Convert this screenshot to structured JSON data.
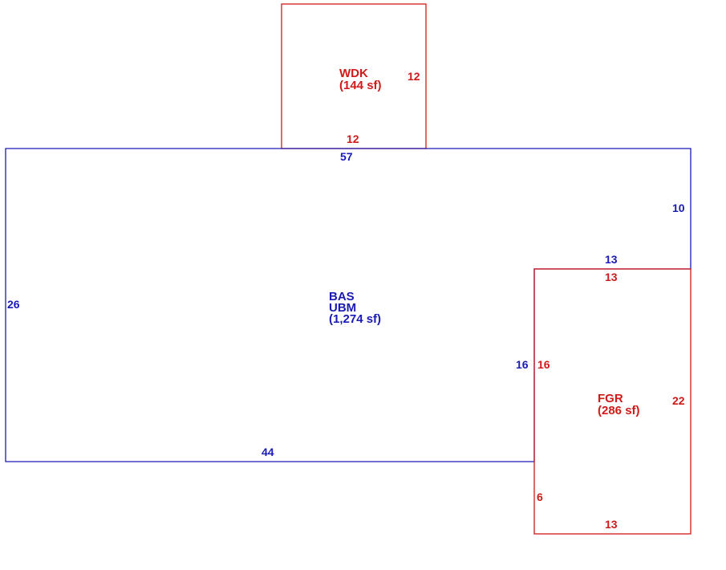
{
  "colors": {
    "main": "#1a1ab4",
    "addition": "#d01a1a"
  },
  "areas": {
    "wdk": {
      "code": "WDK",
      "area": "(144 sf)",
      "dims": {
        "side": "12",
        "bottom": "12"
      }
    },
    "bas": {
      "code": "BAS",
      "code2": "UBM",
      "area": "(1,274 sf)",
      "dims": {
        "top": "57",
        "right_upper": "10",
        "notch_top": "13",
        "notch_side": "16",
        "left": "26",
        "bottom": "44"
      }
    },
    "fgr": {
      "code": "FGR",
      "area": "(286 sf)",
      "dims": {
        "top": "13",
        "side": "16",
        "right": "22",
        "lower_left": "6",
        "bottom": "13"
      }
    }
  }
}
